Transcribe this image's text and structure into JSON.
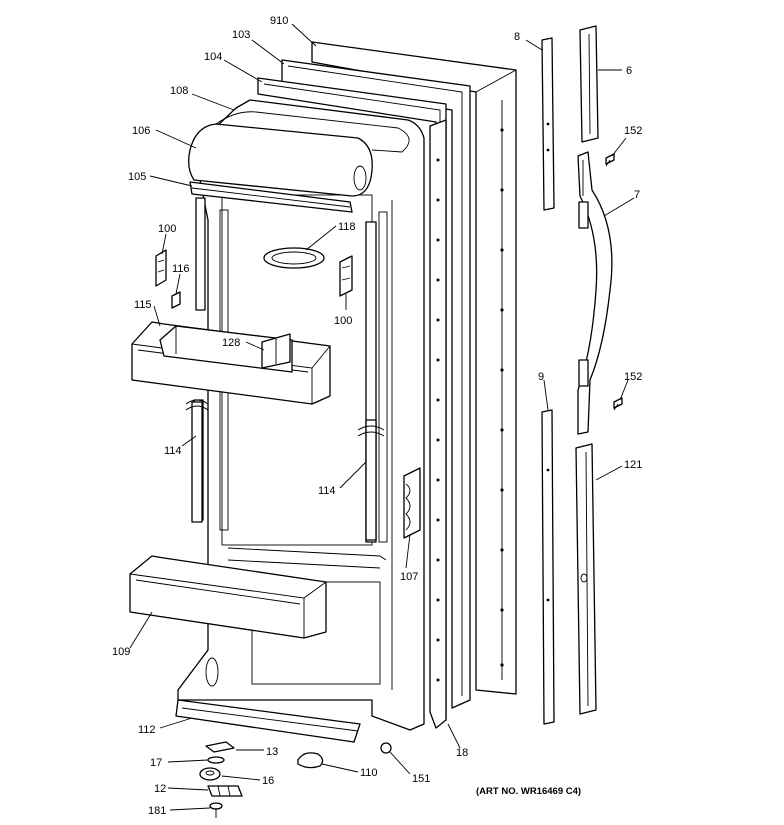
{
  "callouts": {
    "c910": "910",
    "c103": "103",
    "c104": "104",
    "c108": "108",
    "c106": "106",
    "c105": "105",
    "c100a": "100",
    "c116": "116",
    "c115": "115",
    "c128": "128",
    "c118": "118",
    "c100b": "100",
    "c114a": "114",
    "c114b": "114",
    "c107": "107",
    "c109": "109",
    "c112": "112",
    "c13": "13",
    "c17": "17",
    "c16": "16",
    "c12": "12",
    "c181": "181",
    "c110": "110",
    "c151": "151",
    "c18": "18",
    "c8": "8",
    "c6": "6",
    "c152a": "152",
    "c7": "7",
    "c9": "9",
    "c152b": "152",
    "c121": "121"
  },
  "art_note": "(ART NO. WR16469 C4)"
}
